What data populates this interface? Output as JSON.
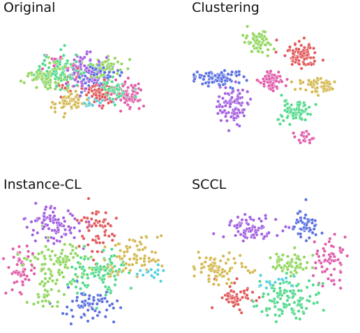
{
  "chart_data": [
    {
      "type": "scatter",
      "title": "Original",
      "xlim": [
        -50,
        50
      ],
      "ylim": [
        -50,
        50
      ],
      "grid": false,
      "legend": "none",
      "palette": [
        "#e15759",
        "#a35ee0",
        "#d4b84f",
        "#8fd65a",
        "#4fd98a",
        "#4fd0e0",
        "#5a6fe0",
        "#e05aaa"
      ],
      "clusters": [
        {
          "color": 3,
          "n": 85,
          "cx": -30,
          "cy": -5,
          "sx": 7,
          "sy": 7
        },
        {
          "color": 4,
          "n": 85,
          "cx": -22,
          "cy": -12,
          "sx": 9,
          "sy": 8
        },
        {
          "color": 1,
          "n": 80,
          "cx": -2,
          "cy": -12,
          "sx": 8,
          "sy": 8
        },
        {
          "color": 6,
          "n": 60,
          "cx": 8,
          "cy": -8,
          "sx": 7,
          "sy": 6
        },
        {
          "color": 3,
          "n": 60,
          "cx": 12,
          "cy": -14,
          "sx": 6,
          "sy": 5
        },
        {
          "color": 0,
          "n": 60,
          "cx": 8,
          "cy": 8,
          "sx": 5,
          "sy": 6
        },
        {
          "color": 4,
          "n": 50,
          "cx": 18,
          "cy": 6,
          "sx": 6,
          "sy": 6
        },
        {
          "color": 7,
          "n": 75,
          "cx": 28,
          "cy": 12,
          "sx": 7,
          "sy": 7
        },
        {
          "color": 2,
          "n": 60,
          "cx": -15,
          "cy": 18,
          "sx": 6,
          "sy": 5
        },
        {
          "color": 5,
          "n": 15,
          "cx": 2,
          "cy": 18,
          "sx": 6,
          "sy": 3
        },
        {
          "color": 7,
          "n": 20,
          "cx": -20,
          "cy": -20,
          "sx": 8,
          "sy": 4
        },
        {
          "color": 0,
          "n": 25,
          "cx": -12,
          "cy": 2,
          "sx": 8,
          "sy": 8
        }
      ]
    },
    {
      "type": "scatter",
      "title": "Clustering",
      "xlim": [
        -50,
        50
      ],
      "ylim": [
        -50,
        50
      ],
      "grid": false,
      "legend": "none",
      "palette": [
        "#e15759",
        "#a35ee0",
        "#d4b84f",
        "#8fd65a",
        "#4fd98a",
        "#4fd0e0",
        "#5a6fe0",
        "#e05aaa"
      ],
      "clusters": [
        {
          "color": 3,
          "n": 60,
          "cx": -8,
          "cy": -38,
          "sx": 4,
          "sy": 5
        },
        {
          "color": 0,
          "n": 90,
          "cx": 20,
          "cy": -28,
          "sx": 5,
          "sy": 5
        },
        {
          "color": 6,
          "n": 95,
          "cx": -36,
          "cy": -10,
          "sx": 9,
          "sy": 3
        },
        {
          "color": 7,
          "n": 65,
          "cx": 0,
          "cy": -8,
          "sx": 4,
          "sy": 4
        },
        {
          "color": 2,
          "n": 60,
          "cx": 32,
          "cy": -4,
          "sx": 6,
          "sy": 3
        },
        {
          "color": 1,
          "n": 95,
          "cx": -25,
          "cy": 12,
          "sx": 5,
          "sy": 6
        },
        {
          "color": 4,
          "n": 75,
          "cx": 14,
          "cy": 16,
          "sx": 6,
          "sy": 4
        },
        {
          "color": 7,
          "n": 20,
          "cx": 22,
          "cy": 34,
          "sx": 3,
          "sy": 4
        }
      ]
    },
    {
      "type": "scatter",
      "title": "Instance-CL",
      "xlim": [
        -50,
        50
      ],
      "ylim": [
        -50,
        50
      ],
      "grid": false,
      "legend": "none",
      "palette": [
        "#e15759",
        "#a35ee0",
        "#d4b84f",
        "#8fd65a",
        "#4fd98a",
        "#4fd0e0",
        "#5a6fe0",
        "#e05aaa"
      ],
      "clusters": [
        {
          "color": 1,
          "n": 95,
          "cx": -20,
          "cy": -28,
          "sx": 9,
          "sy": 7
        },
        {
          "color": 0,
          "n": 60,
          "cx": 5,
          "cy": -25,
          "sx": 5,
          "sy": 10
        },
        {
          "color": 2,
          "n": 80,
          "cx": 25,
          "cy": -5,
          "sx": 9,
          "sy": 8
        },
        {
          "color": 3,
          "n": 85,
          "cx": -18,
          "cy": 0,
          "sx": 9,
          "sy": 8
        },
        {
          "color": 4,
          "n": 100,
          "cx": 5,
          "cy": 8,
          "sx": 9,
          "sy": 8
        },
        {
          "color": 7,
          "n": 55,
          "cx": -40,
          "cy": 5,
          "sx": 4,
          "sy": 9
        },
        {
          "color": 6,
          "n": 65,
          "cx": 0,
          "cy": 30,
          "sx": 8,
          "sy": 6
        },
        {
          "color": 5,
          "n": 15,
          "cx": 35,
          "cy": 8,
          "sx": 5,
          "sy": 3
        },
        {
          "color": 3,
          "n": 30,
          "cx": -25,
          "cy": 25,
          "sx": 5,
          "sy": 7
        }
      ]
    },
    {
      "type": "scatter",
      "title": "SCCL",
      "xlim": [
        -50,
        50
      ],
      "ylim": [
        -50,
        50
      ],
      "grid": false,
      "legend": "none",
      "palette": [
        "#e15759",
        "#a35ee0",
        "#d4b84f",
        "#8fd65a",
        "#4fd98a",
        "#4fd0e0",
        "#5a6fe0",
        "#e05aaa"
      ],
      "clusters": [
        {
          "color": 1,
          "n": 75,
          "cx": -15,
          "cy": -25,
          "sx": 9,
          "sy": 5
        },
        {
          "color": 6,
          "n": 50,
          "cx": 20,
          "cy": -25,
          "sx": 4,
          "sy": 6
        },
        {
          "color": 2,
          "n": 75,
          "cx": -32,
          "cy": 5,
          "sx": 8,
          "sy": 5
        },
        {
          "color": 3,
          "n": 60,
          "cx": 10,
          "cy": 2,
          "sx": 6,
          "sy": 5
        },
        {
          "color": 7,
          "n": 60,
          "cx": 35,
          "cy": 0,
          "sx": 5,
          "sy": 9
        },
        {
          "color": 0,
          "n": 55,
          "cx": -22,
          "cy": 25,
          "sx": 6,
          "sy": 6
        },
        {
          "color": 4,
          "n": 110,
          "cx": 10,
          "cy": 28,
          "sx": 9,
          "sy": 7
        },
        {
          "color": 5,
          "n": 15,
          "cx": 0,
          "cy": 15,
          "sx": 6,
          "sy": 3
        }
      ]
    }
  ]
}
